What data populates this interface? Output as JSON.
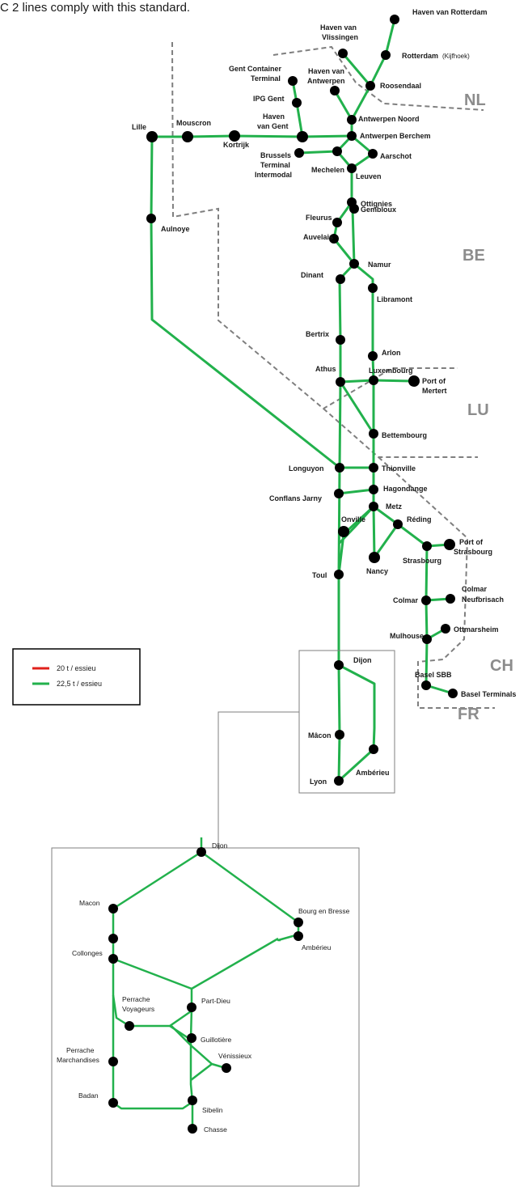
{
  "header_fragment": "C 2 lines comply with this standard.",
  "colors": {
    "line_22_5t": "#22b14c",
    "line_20t": "#e0201b",
    "border": "#7f7f7f",
    "station": "#000000",
    "country_label": "#8c8c8c"
  },
  "legend": [
    {
      "label": "20 t / essieu",
      "color": "#e0201b"
    },
    {
      "label": "22,5 t / essieu",
      "color": "#22b14c"
    }
  ],
  "countries": [
    "NL",
    "BE",
    "LU",
    "CH",
    "FR"
  ],
  "stations": [
    "Haven van Rotterdam",
    "Haven van Vlissingen",
    "Rotterdam",
    "(Kijfhoek)",
    "Roosendaal",
    "Gent Container Terminal",
    "Haven van Antwerpen",
    "IPG Gent",
    "Antwerpen Noord",
    "Haven van Gent",
    "Lille",
    "Mouscron",
    "Kortrijk",
    "Antwerpen Berchem",
    "Brussels Terminal Intermodal",
    "Aarschot",
    "Mechelen",
    "Leuven",
    "Ottignies",
    "Fleurus",
    "Gembloux",
    "Auvelais",
    "Aulnoye",
    "Namur",
    "Dinant",
    "Libramont",
    "Bertrix",
    "Arlon",
    "Athus",
    "Luxembourg",
    "Port of Mertert",
    "Bettembourg",
    "Longuyon",
    "Thionville",
    "Hagondange",
    "Conflans Jarny",
    "Metz",
    "Onville",
    "Réding",
    "Port of Strasbourg",
    "Nancy",
    "Strasbourg",
    "Toul",
    "Colmar",
    "Colmar Neufbrisach",
    "Mulhouse",
    "Ottmarsheim",
    "Dijon",
    "Basel SBB",
    "Basel Terminals",
    "Mâcon",
    "Lyon",
    "Ambérieu"
  ],
  "inset_stations": [
    "Dijon",
    "Macon",
    "Bourg en Bresse",
    "Collonges",
    "Ambérieu",
    "Part-Dieu",
    "Perrache Voyageurs",
    "Guillotière",
    "Vénissieux",
    "Perrache Marchandises",
    "Badan",
    "Sibelin",
    "Chasse"
  ]
}
